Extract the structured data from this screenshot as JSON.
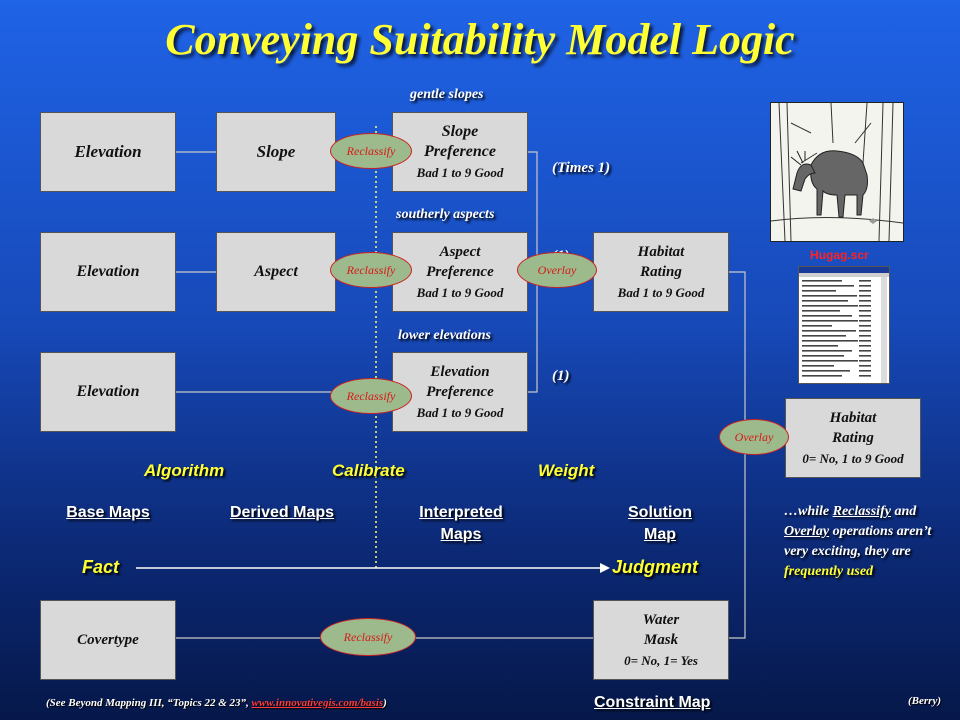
{
  "title": "Conveying Suitability Model Logic",
  "row1": {
    "base": "Elevation",
    "derived": "Slope",
    "op": "Reclassify",
    "criterion": "gentle slopes",
    "interp_main": "Slope",
    "interp_main2": "Preference",
    "interp_sub": "Bad 1 to 9 Good",
    "weight": "(Times 1)"
  },
  "row2": {
    "base": "Elevation",
    "derived": "Aspect",
    "op": "Reclassify",
    "criterion": "southerly aspects",
    "interp_main": "Aspect",
    "interp_main2": "Preference",
    "interp_sub": "Bad 1 to 9 Good",
    "weight": "(1)",
    "overlay": "Overlay",
    "habitat_main": "Habitat",
    "habitat_main2": "Rating",
    "habitat_sub": "Bad 1 to 9 Good"
  },
  "row3": {
    "base": "Elevation",
    "op": "Reclassify",
    "criterion": "lower elevations",
    "interp_main": "Elevation",
    "interp_main2": "Preference",
    "interp_sub": "Bad 1 to 9 Good",
    "weight": "(1)"
  },
  "final": {
    "overlay": "Overlay",
    "main": "Habitat",
    "main2": "Rating",
    "sub": "0= No, 1 to 9 Good"
  },
  "stages": {
    "algorithm": "Algorithm",
    "calibrate": "Calibrate",
    "weight": "Weight"
  },
  "columns": {
    "base": "Base Maps",
    "derived": "Derived Maps",
    "interpreted1": "Interpreted",
    "interpreted2": "Maps",
    "solution1": "Solution",
    "solution2": "Map"
  },
  "axis": {
    "fact": "Fact",
    "judgment": "Judgment"
  },
  "constraint": {
    "base": "Covertype",
    "op": "Reclassify",
    "main": "Water",
    "main2": "Mask",
    "sub": "0= No, 1= Yes",
    "caption": "Constraint Map"
  },
  "script_label": "Hugag.scr",
  "note": {
    "p1": "…while",
    "p2": "Reclassify",
    "p3": "and",
    "p4": "Overlay",
    "p5": "operations aren’t very exciting, they are",
    "p6": "frequently used"
  },
  "footer": {
    "pre": "(See Beyond Mapping III, “Topics 22 & 23”,",
    "link": "www.innovativegis.com/basis",
    "post": ")",
    "author": "(Berry)"
  },
  "colors": {
    "title": "#ffff33",
    "box": "#d9d9d9",
    "oval": "#9cba8c",
    "oval_text": "#d81818",
    "link": "#ff3b3b"
  }
}
